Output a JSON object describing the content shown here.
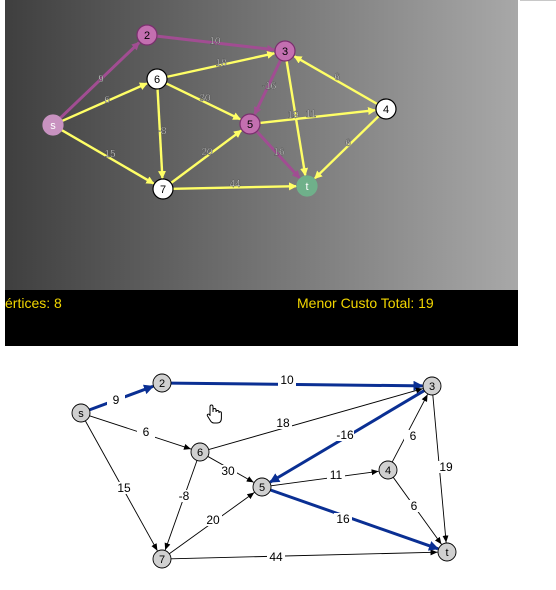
{
  "top": {
    "colors": {
      "bg_dark": "#3f3f3f",
      "bg_light": "#a8a8a8",
      "edge_default": "#ffff66",
      "edge_path": "#a14d92",
      "node_white": "#ffffff",
      "node_path": "#c36fb0",
      "node_source": "#c892c0",
      "node_target": "#6fb08a",
      "footer_text": "#f2d600"
    },
    "nodes": [
      {
        "id": "s",
        "label": "s"
      },
      {
        "id": "2",
        "label": "2"
      },
      {
        "id": "3",
        "label": "3"
      },
      {
        "id": "4",
        "label": "4"
      },
      {
        "id": "5",
        "label": "5"
      },
      {
        "id": "6",
        "label": "6"
      },
      {
        "id": "7",
        "label": "7"
      },
      {
        "id": "t",
        "label": "t"
      }
    ],
    "edges": [
      {
        "from": "s",
        "to": "2",
        "weight": "9"
      },
      {
        "from": "2",
        "to": "3",
        "weight": "10"
      },
      {
        "from": "s",
        "to": "6",
        "weight": "6"
      },
      {
        "from": "6",
        "to": "3",
        "weight": "18"
      },
      {
        "from": "6",
        "to": "5",
        "weight": "30"
      },
      {
        "from": "6",
        "to": "7",
        "weight": "-8"
      },
      {
        "from": "s",
        "to": "7",
        "weight": "15"
      },
      {
        "from": "7",
        "to": "5",
        "weight": "20"
      },
      {
        "from": "7",
        "to": "t",
        "weight": "44"
      },
      {
        "from": "3",
        "to": "5",
        "weight": "-16"
      },
      {
        "from": "3",
        "to": "t",
        "weight": "19"
      },
      {
        "from": "5",
        "to": "4",
        "weight": "11"
      },
      {
        "from": "4",
        "to": "3",
        "weight": "6"
      },
      {
        "from": "4",
        "to": "t",
        "weight": "6"
      },
      {
        "from": "5",
        "to": "t",
        "weight": "16"
      }
    ],
    "footer": {
      "vertices": "értices: 8",
      "cost": "Menor Custo Total: 19"
    }
  },
  "bottom": {
    "colors": {
      "node_fill": "#d0d0d0",
      "edge_default": "#000000",
      "edge_path": "#0a2f93"
    },
    "nodes": [
      {
        "id": "s",
        "label": "s"
      },
      {
        "id": "2",
        "label": "2"
      },
      {
        "id": "3",
        "label": "3"
      },
      {
        "id": "4",
        "label": "4"
      },
      {
        "id": "5",
        "label": "5"
      },
      {
        "id": "6",
        "label": "6"
      },
      {
        "id": "7",
        "label": "7"
      },
      {
        "id": "t",
        "label": "t"
      }
    ],
    "edges": [
      {
        "from": "s",
        "to": "2",
        "weight": "9"
      },
      {
        "from": "2",
        "to": "3",
        "weight": "10"
      },
      {
        "from": "s",
        "to": "6",
        "weight": "6"
      },
      {
        "from": "6",
        "to": "3",
        "weight": "18"
      },
      {
        "from": "6",
        "to": "5",
        "weight": "30"
      },
      {
        "from": "6",
        "to": "7",
        "weight": "-8"
      },
      {
        "from": "s",
        "to": "7",
        "weight": "15"
      },
      {
        "from": "7",
        "to": "5",
        "weight": "20"
      },
      {
        "from": "7",
        "to": "t",
        "weight": "44"
      },
      {
        "from": "3",
        "to": "5",
        "weight": "-16"
      },
      {
        "from": "3",
        "to": "t",
        "weight": "19"
      },
      {
        "from": "5",
        "to": "4",
        "weight": "11"
      },
      {
        "from": "4",
        "to": "3",
        "weight": "6"
      },
      {
        "from": "4",
        "to": "t",
        "weight": "6"
      },
      {
        "from": "5",
        "to": "t",
        "weight": "16"
      }
    ],
    "shortest_path": [
      "s",
      "2",
      "3",
      "5",
      "t"
    ],
    "cursor_icon": "hand-pointer-icon"
  }
}
